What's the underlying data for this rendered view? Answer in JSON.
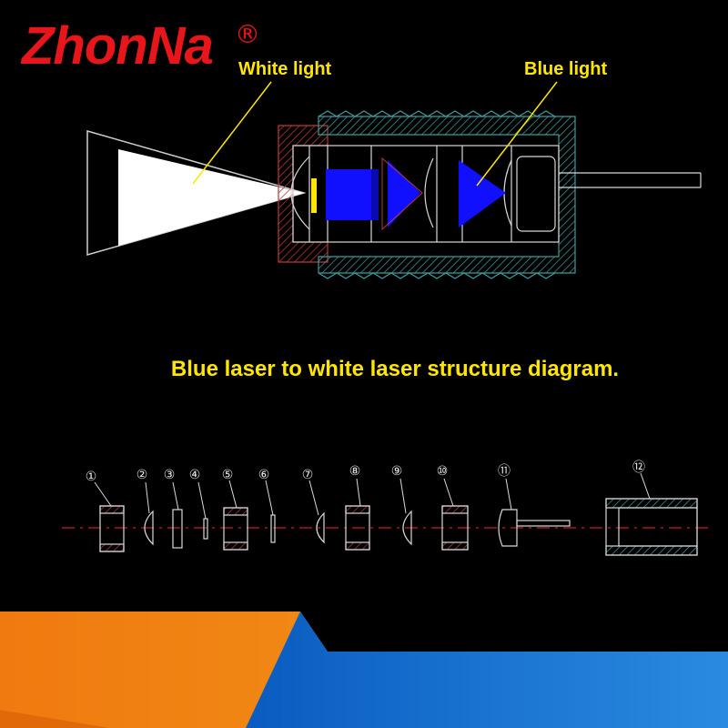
{
  "brand": {
    "name": "ZhonNa",
    "registered_mark": "®"
  },
  "labels": {
    "white_light": "White light",
    "blue_light": "Blue light"
  },
  "caption": "Blue laser to white laser structure diagram.",
  "parts": [
    "①",
    "②",
    "③",
    "④",
    "⑤",
    "⑥",
    "⑦",
    "⑧",
    "⑨",
    "⑩",
    "⑪",
    "⑫"
  ],
  "colors": {
    "background": "#000000",
    "brand": "#e8151b",
    "label": "#ffe600",
    "laser_blue": "#1010ff",
    "phosphor": "#ffe600",
    "housing": "#b83a3a",
    "thread": "#3f9a9a",
    "outline": "#d8d8d8",
    "axis": "#c81e1e",
    "footer_orange": "#f07a10",
    "footer_blue": "#0a64c8"
  }
}
